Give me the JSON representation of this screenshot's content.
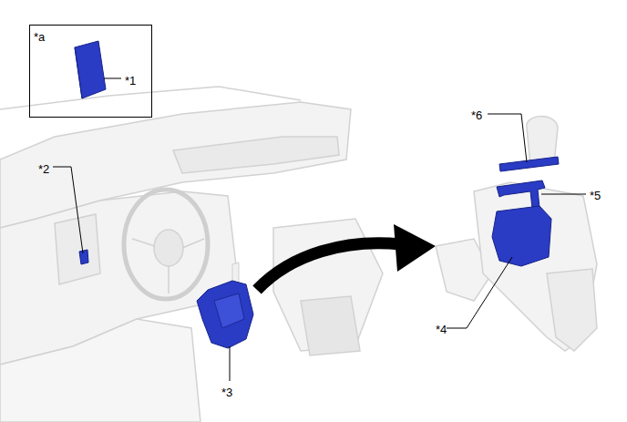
{
  "diagram": {
    "nodes": [
      {
        "text": [
          "*a",
          "*1"
        ]
      }
    ],
    "labels": [
      "*2",
      "*3",
      "*4",
      "*5",
      "*6"
    ]
  }
}
